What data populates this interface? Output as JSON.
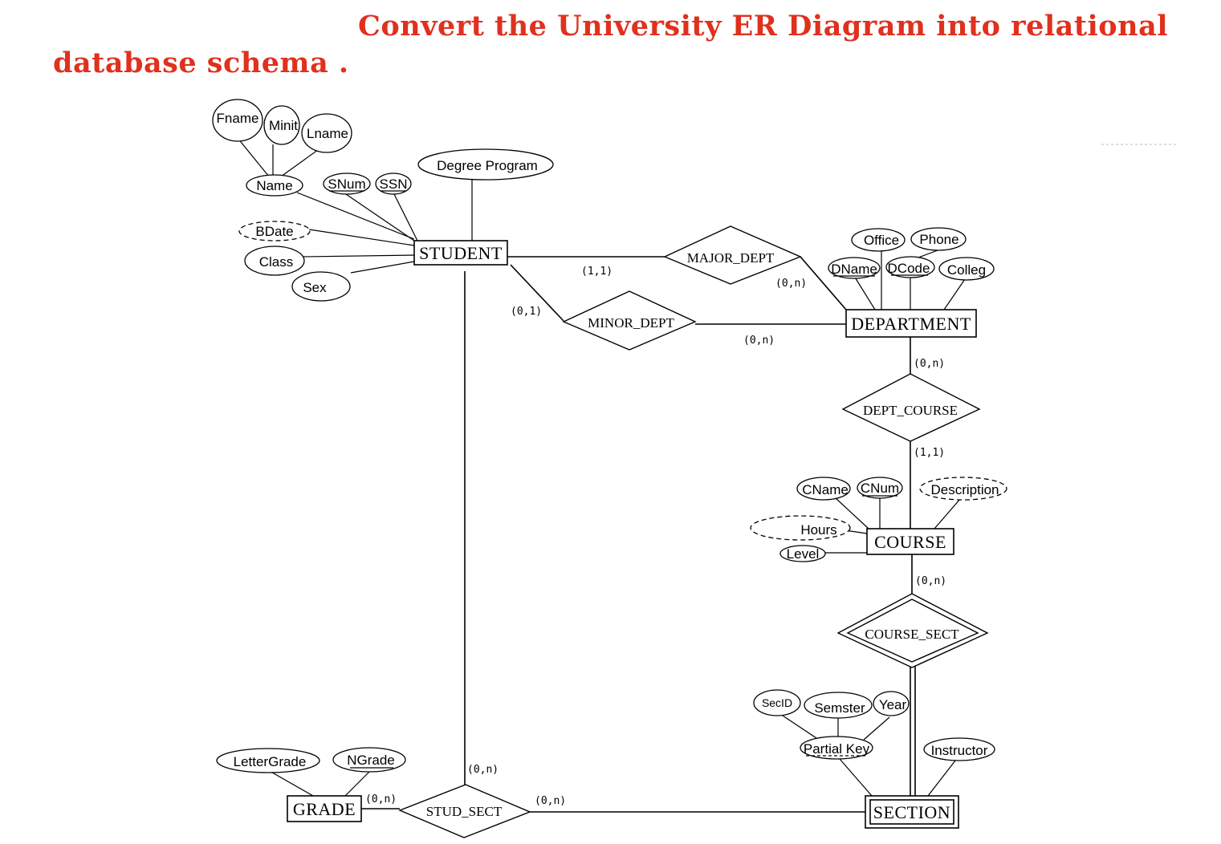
{
  "title": {
    "line1": "Convert the University ER Diagram into relational",
    "line2": "database schema ."
  },
  "entities": {
    "student": "STUDENT",
    "department": "DEPARTMENT",
    "course": "COURSE",
    "section": "SECTION",
    "grade": "GRADE"
  },
  "relationships": {
    "major_dept": "MAJOR_DEPT",
    "minor_dept": "MINOR_DEPT",
    "dept_course": "DEPT_COURSE",
    "course_sect": "COURSE_SECT",
    "stud_sect": "STUD_SECT"
  },
  "attributes": {
    "fname": "Fname",
    "minit": "Minit",
    "lname": "Lname",
    "name": "Name",
    "snum": "SNum",
    "ssn": "SSN",
    "degree_program": "Degree Program",
    "bdate": "BDate",
    "class": "Class",
    "sex": "Sex",
    "office": "Office",
    "phone": "Phone",
    "dname": "DName",
    "dcode": "DCode",
    "colleg": "Colleg",
    "cname": "CName",
    "cnum": "CNum",
    "description": "Description",
    "hours": "Hours",
    "level": "Level",
    "secid": "SecID",
    "semster": "Semster",
    "year": "Year",
    "partial_key": "Partial Key",
    "instructor": "Instructor",
    "letter_grade": "LetterGrade",
    "ngrade": "NGrade"
  },
  "cardinalities": {
    "student_major": "(1,1)",
    "dept_major": "(0,n)",
    "student_minor": "(0,1)",
    "dept_minor": "(0,n)",
    "dept_course_dept": "(0,n)",
    "dept_course_course": "(1,1)",
    "course_sect_course": "(0,n)",
    "stud_sect_student": "(0,n)",
    "stud_sect_grade": "(0,n)",
    "stud_sect_section": "(0,n)"
  }
}
